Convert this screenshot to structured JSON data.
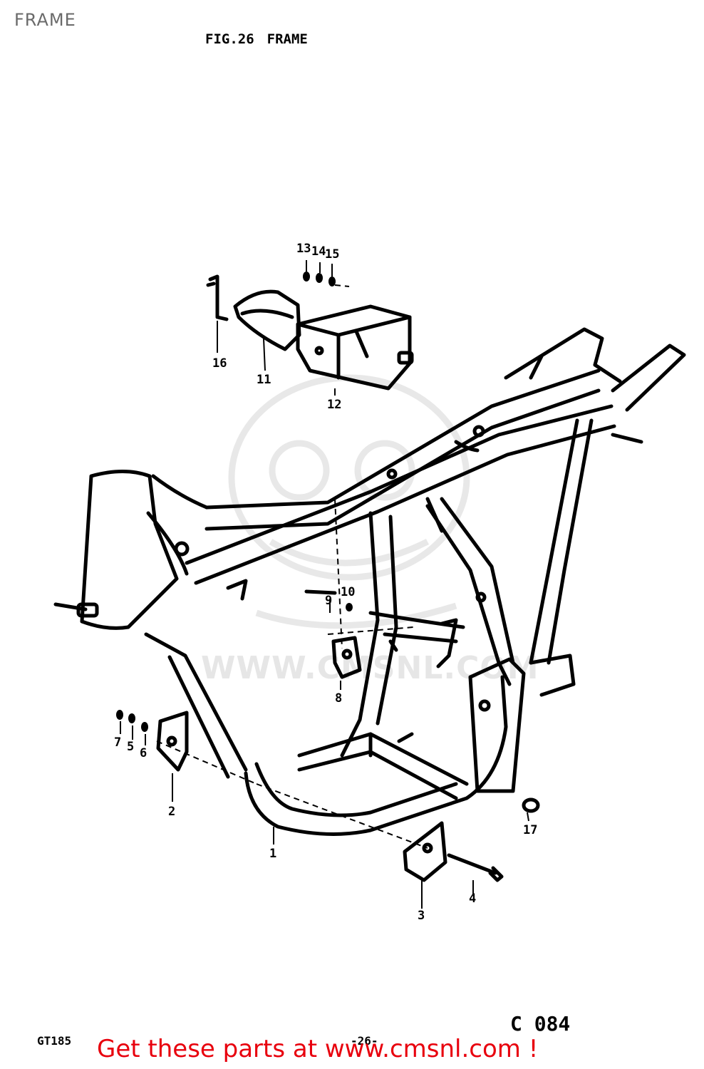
{
  "page_label": "FRAME",
  "figure": {
    "number": "FIG.26",
    "title": "FRAME"
  },
  "callouts": [
    "1",
    "2",
    "3",
    "4",
    "5",
    "6",
    "7",
    "8",
    "9",
    "10",
    "11",
    "12",
    "13",
    "14",
    "15",
    "16",
    "17"
  ],
  "watermark": "WWW.CMSNL.COM",
  "footer": {
    "model": "GT185",
    "page_number": "-26-",
    "drawing_code": "C 084",
    "cta": "Get these parts at www.cmsnl.com !"
  },
  "colors": {
    "line": "#000000",
    "watermark": "#e6e6e6",
    "cta": "#e8000d",
    "label": "#6a6a6a"
  }
}
